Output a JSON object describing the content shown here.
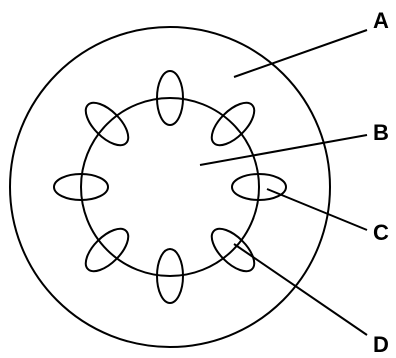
{
  "diagram": {
    "labels": {
      "a": "A",
      "b": "B",
      "c": "C",
      "d": "D"
    },
    "colors": {
      "stroke": "#000000",
      "background": "#ffffff",
      "text": "#000000"
    }
  }
}
